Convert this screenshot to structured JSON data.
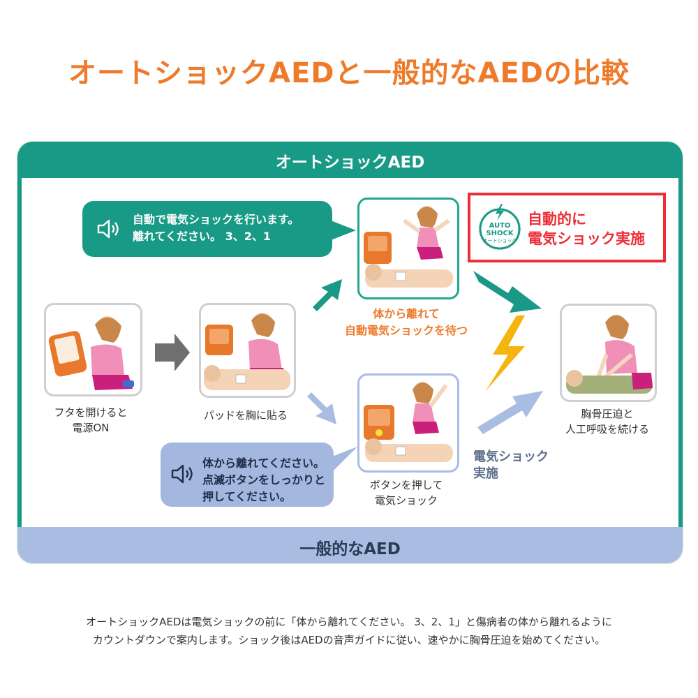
{
  "title": "オートショックAEDと一般的なAEDの比較",
  "panel": {
    "top_label": "オートショックAED",
    "bottom_label": "一般的なAED"
  },
  "bubble_auto": {
    "line1": "自動で電気ショックを行います。",
    "line2": "離れてください。 3、2、1"
  },
  "bubble_manual": {
    "line1": "体から離れてください。",
    "line2": "点滅ボタンをしっかりと",
    "line3": "押してください。"
  },
  "badge": {
    "logo_line1": "AUTO",
    "logo_line2": "SHOCK",
    "logo_line3": "オートショック",
    "text_line1": "自動的に",
    "text_line2": "電気ショック実施"
  },
  "steps": {
    "open_lid": {
      "line1": "フタを開けると",
      "line2": "電源ON"
    },
    "attach_pads": {
      "line1": "パッドを胸に貼る"
    },
    "auto_wait": {
      "line1": "体から離れて",
      "line2": "自動電気ショックを待つ"
    },
    "press_button": {
      "line1": "ボタンを押して",
      "line2": "電気ショック"
    },
    "cpr": {
      "line1": "胸骨圧迫と",
      "line2": "人工呼吸を続ける"
    }
  },
  "manual_shock_label": {
    "line1": "電気ショック",
    "line2": "実施"
  },
  "footnote": {
    "line1": "オートショックAEDは電気ショックの前に「体から離れてください。 3、2、1」と傷病者の体から離れるように",
    "line2": "カウントダウンで案内します。ショック後はAEDの音声ガイドに従い、速やかに胸骨圧迫を始めてください。"
  },
  "colors": {
    "title_orange": "#ee7a2a",
    "auto_green": "#189a86",
    "manual_blue": "#a9bde2",
    "highlight_red": "#ee2d36",
    "bolt_yellow": "#f6b40e"
  }
}
